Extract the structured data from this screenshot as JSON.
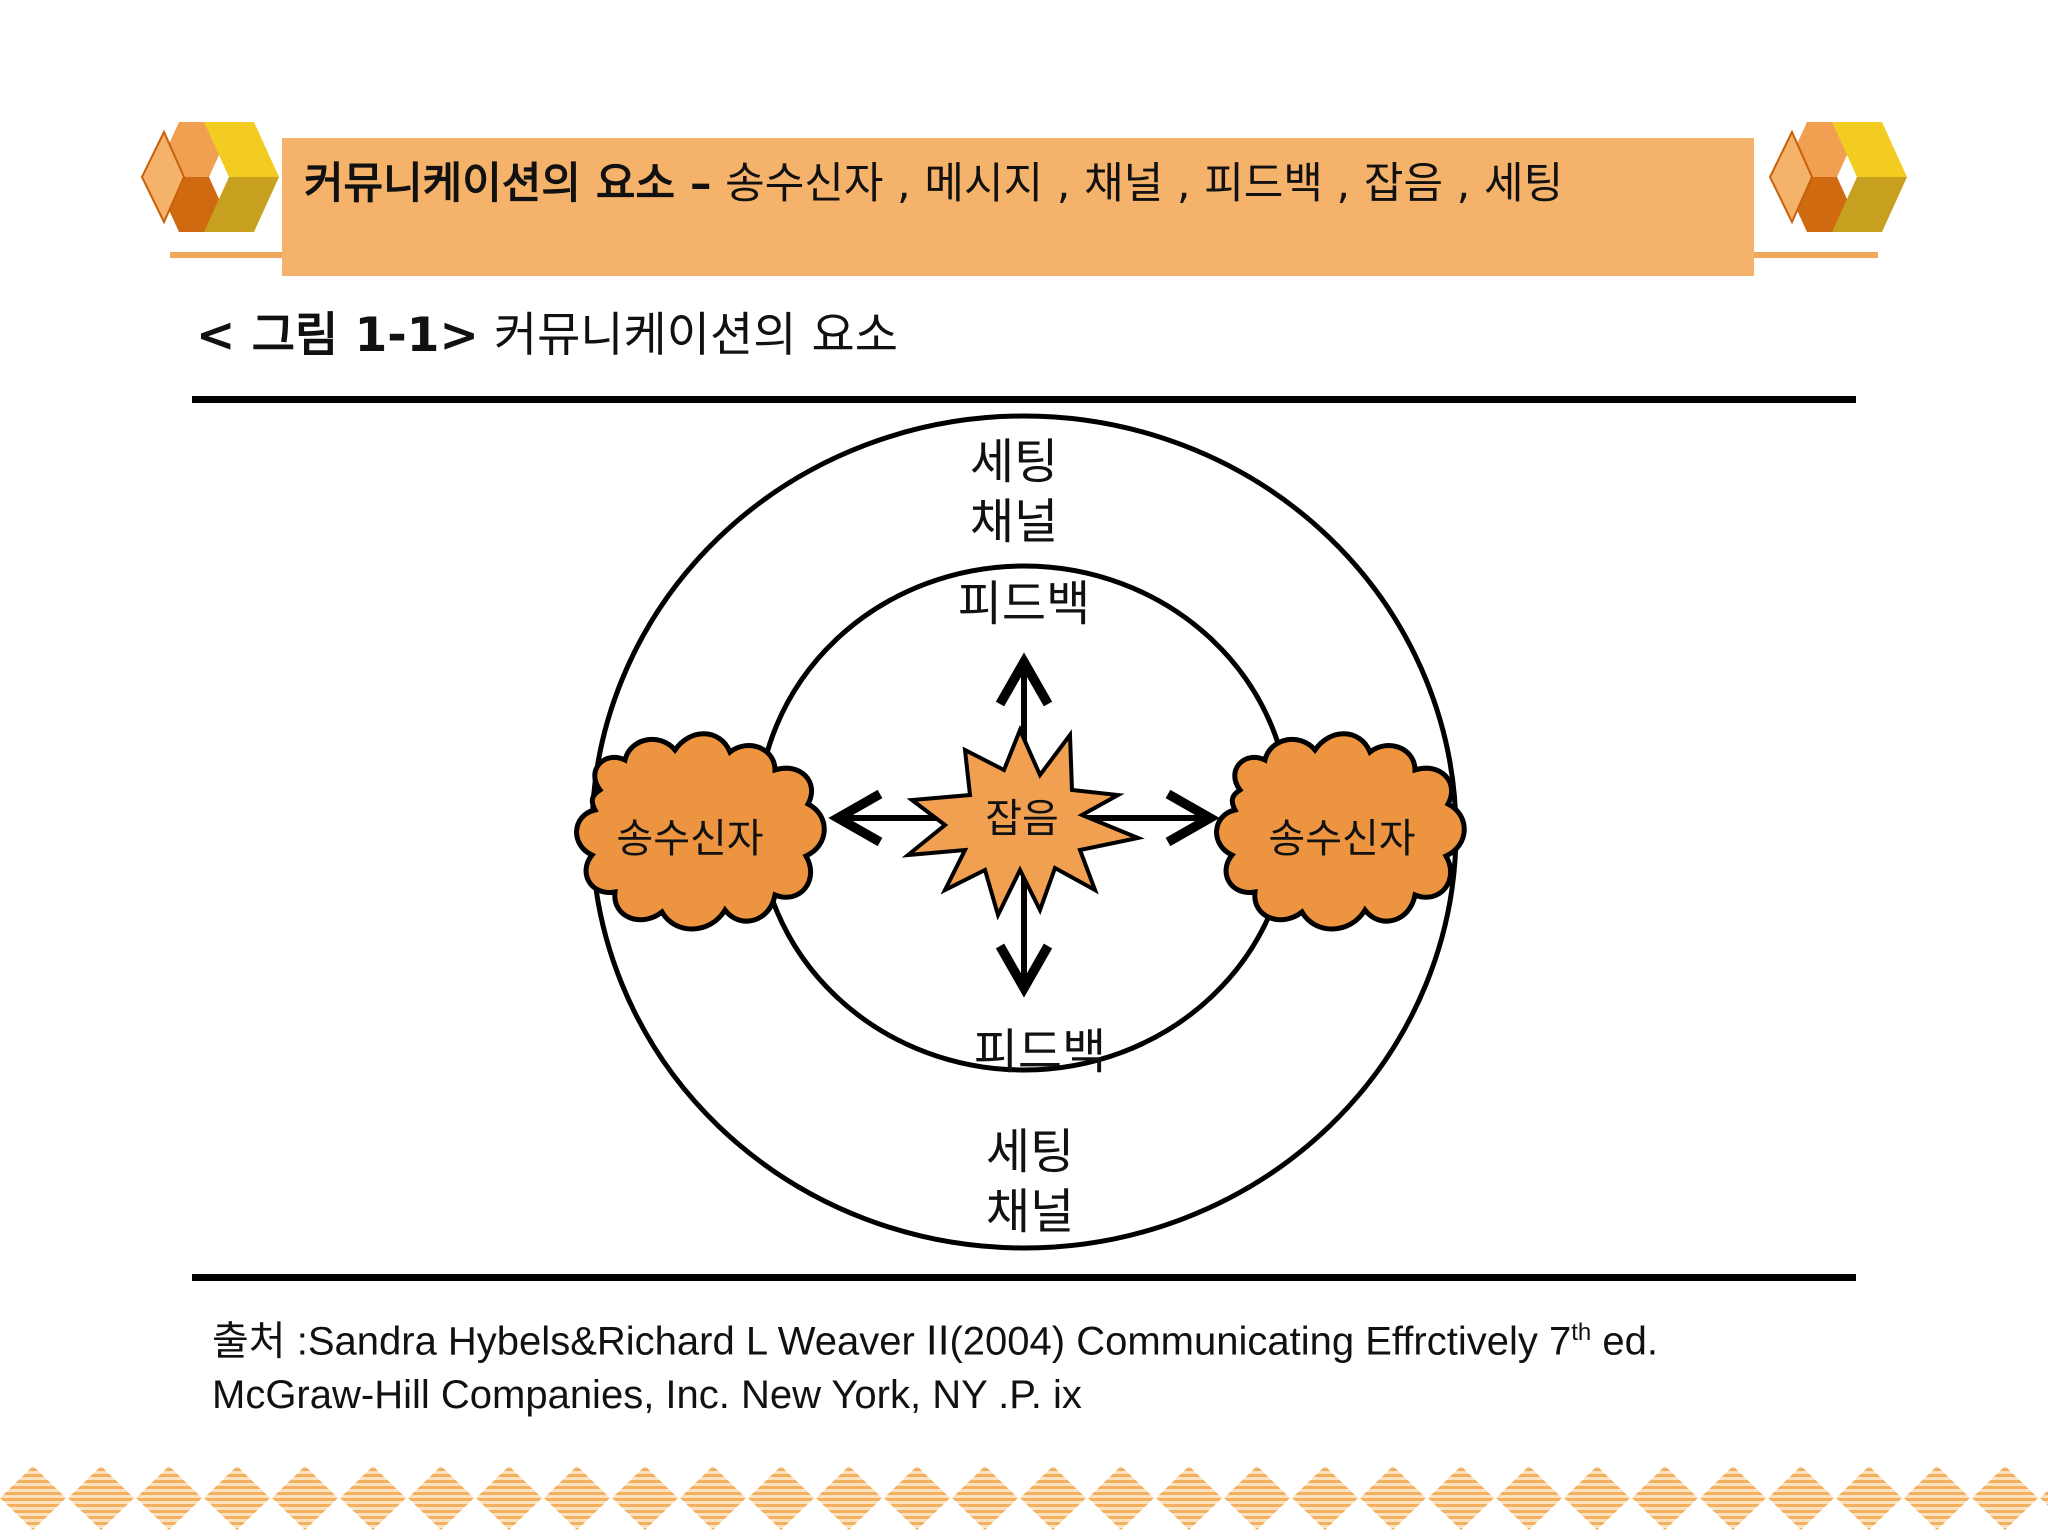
{
  "header": {
    "title_bold": "커뮤니케이션의 요소 –",
    "title_rest": " 송수신자 , 메시지 , 채널 , 피드백 , 잡음 , 세팅"
  },
  "figure": {
    "label_bold": "< 그림  1-1>",
    "label_rest": " 커뮤니케이션의 요소"
  },
  "diagram": {
    "outer_top_1": "세팅",
    "outer_top_2": "채널",
    "inner_top": "피드백",
    "inner_bottom": "피드백",
    "outer_bottom_1": "세팅",
    "outer_bottom_2": "채널",
    "left_cloud": "송수신자",
    "right_cloud": "송수신자",
    "center_burst": "잡음"
  },
  "source": {
    "line1_prefix": "출처 :Sandra Hybels&Richard L Weaver  ⅠⅠ(2004) Communicating Effrctively 7",
    "line1_sup": "th",
    "line1_suffix": " ed.",
    "line2": "McGraw-Hill Companies, Inc. New York, NY .P. ix"
  },
  "colors": {
    "title_bar": "#f4b26a",
    "cloud_fill": "#ec9440",
    "burst_fill": "#f0a050",
    "accent_dark": "#c8600a",
    "accent_yellow": "#f0c000"
  }
}
